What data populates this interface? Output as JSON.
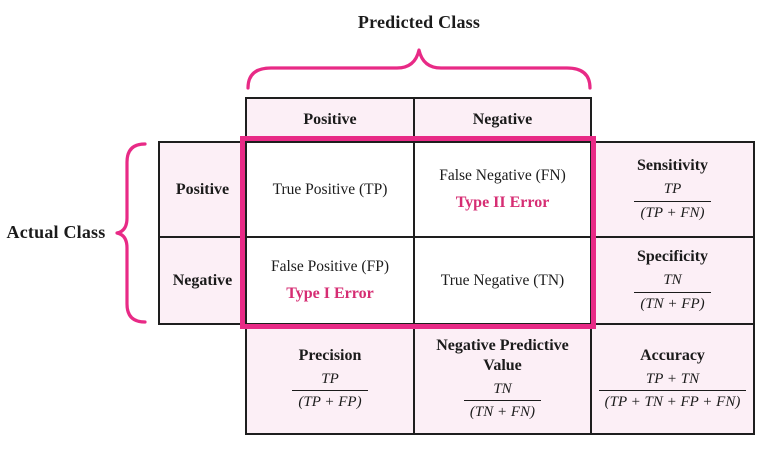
{
  "colors": {
    "accent_pink": "#e82a86",
    "error_text_pink": "#d62d73",
    "cell_pink": "#fceff6",
    "line_black": "#1e1e1e"
  },
  "labels": {
    "predicted_class": "Predicted Class",
    "actual_class": "Actual Class"
  },
  "matrix": {
    "col_headers": [
      "Positive",
      "Negative"
    ],
    "row_headers": [
      "Positive",
      "Negative"
    ],
    "cells": {
      "tp": {
        "label": "True Positive (TP)"
      },
      "fn": {
        "label": "False Negative (FN)",
        "error": "Type II Error"
      },
      "fp": {
        "label": "False Positive (FP)",
        "error": "Type I Error"
      },
      "tn": {
        "label": "True Negative (TN)"
      }
    }
  },
  "metrics": {
    "sensitivity": {
      "title": "Sensitivity",
      "numerator": "TP",
      "denominator": "(TP + FN)"
    },
    "specificity": {
      "title": "Specificity",
      "numerator": "TN",
      "denominator": "(TN + FP)"
    },
    "precision": {
      "title": "Precision",
      "numerator": "TP",
      "denominator": "(TP + FP)"
    },
    "negative_predictive_value": {
      "title": "Negative Predictive Value",
      "numerator": "TN",
      "denominator": "(TN + FN)"
    },
    "accuracy": {
      "title": "Accuracy",
      "numerator": "TP + TN",
      "denominator": "(TP + TN + FP + FN)"
    }
  }
}
